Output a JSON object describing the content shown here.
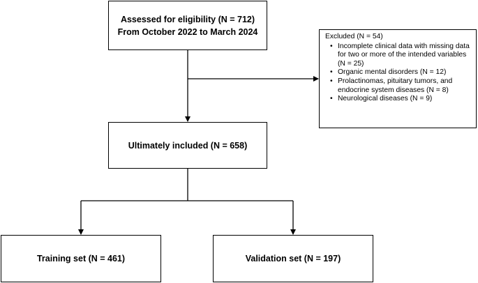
{
  "assessed": {
    "line1": "Assessed for eligibility  (N = 712)",
    "line2": "From October 2022 to March 2024"
  },
  "excluded": {
    "title": "Excluded  (N = 54)",
    "items": [
      "Incomplete clinical data with missing data for two or more of the intended variables (N = 25)",
      "Organic mental disorders (N = 12)",
      "Prolactinomas, pituitary tumors, and endocrine system diseases (N = 8)",
      "Neurological diseases (N = 9)"
    ]
  },
  "included": {
    "label": "Ultimately included (N = 658)"
  },
  "training": {
    "label": "Training set  (N = 461)"
  },
  "validation": {
    "label": "Validation set  (N = 197)"
  }
}
